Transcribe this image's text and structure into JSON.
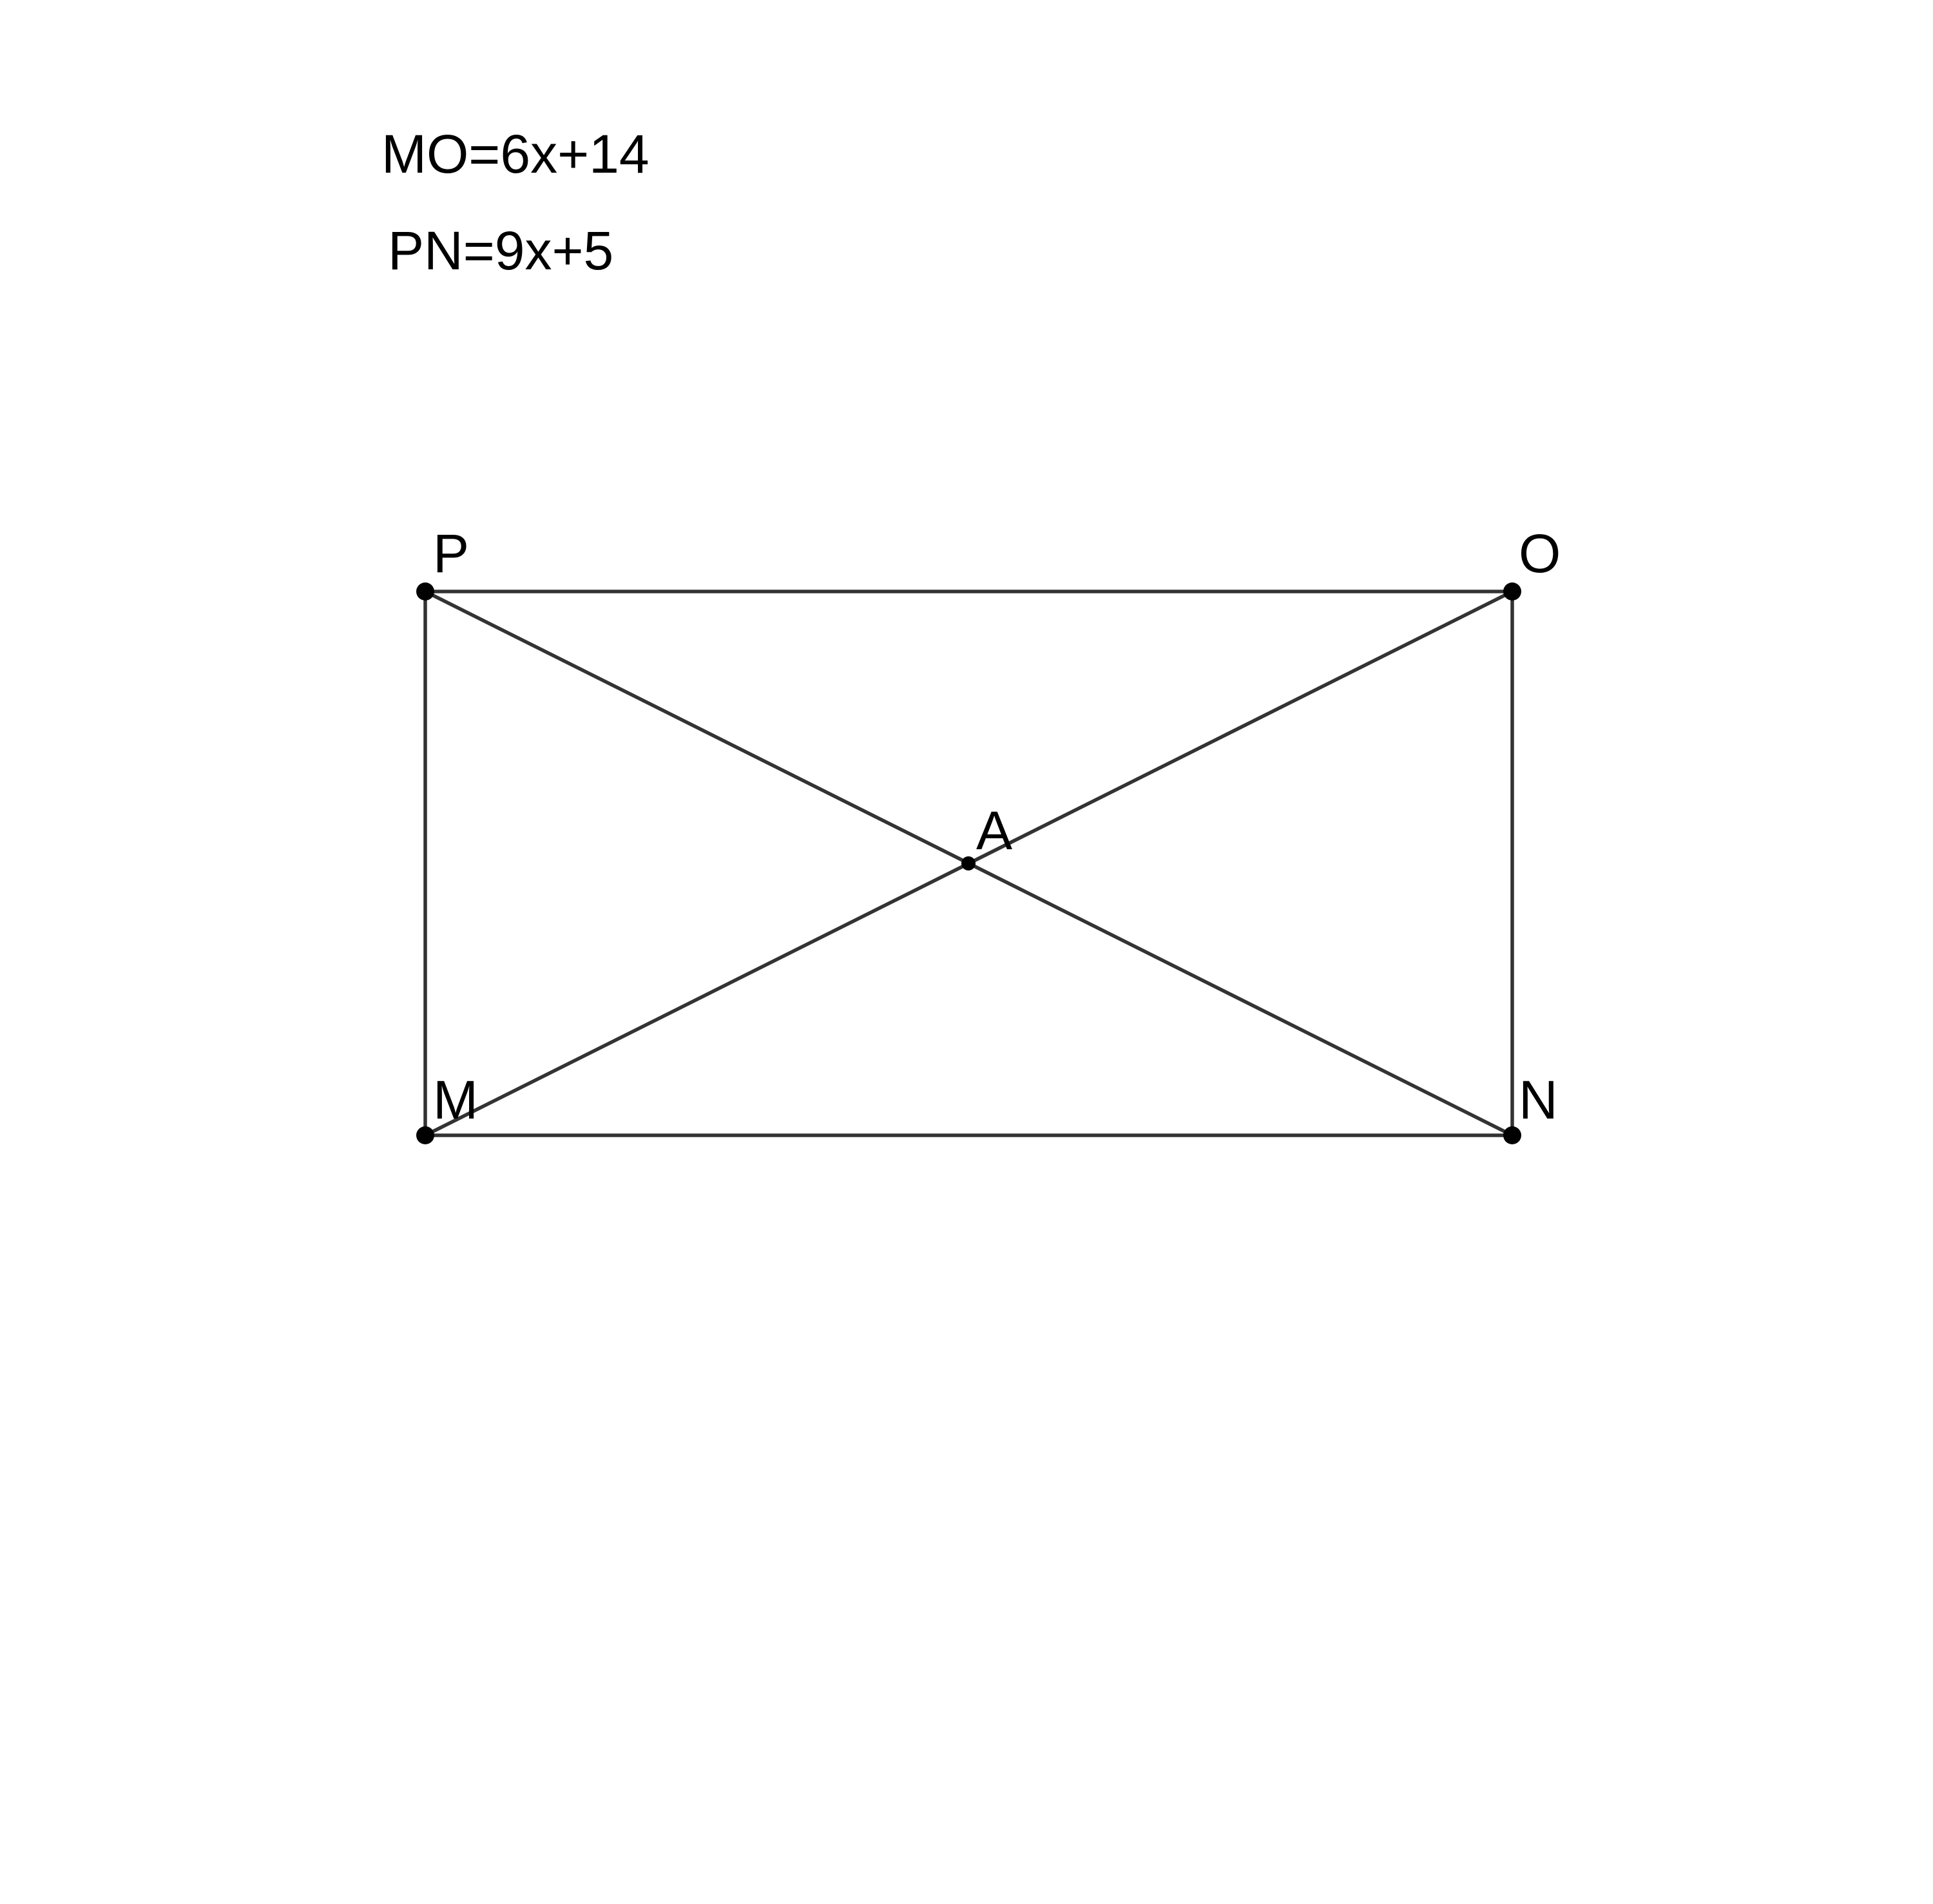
{
  "given": [
    "MO=6x+14",
    "PN=9x+5"
  ],
  "points": {
    "P": "P",
    "O": "O",
    "M": "M",
    "N": "N",
    "A": "A"
  },
  "colors": {
    "line": "#333333",
    "point": "#000000",
    "text": "#000000",
    "background": "#ffffff"
  }
}
